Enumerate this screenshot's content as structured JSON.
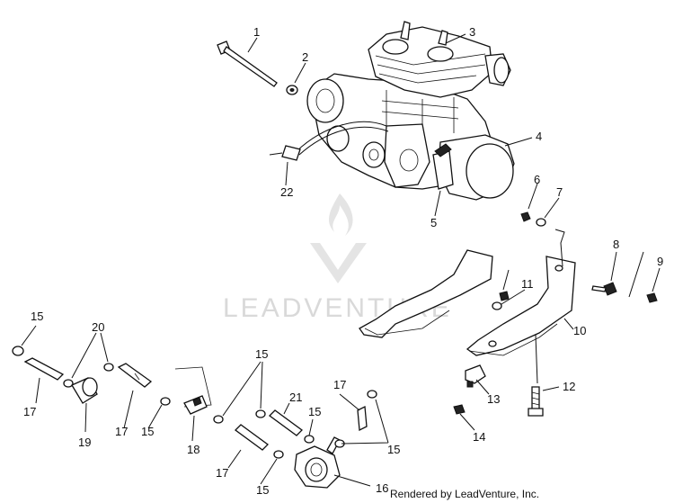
{
  "watermark": {
    "text": "LEADVENTURE"
  },
  "credit": "Rendered by LeadVenture, Inc.",
  "callouts": [
    "1",
    "2",
    "3",
    "4",
    "5",
    "6",
    "7",
    "8",
    "9",
    "10",
    "11",
    "12",
    "13",
    "14",
    "15",
    "16",
    "17",
    "18",
    "19",
    "20",
    "21",
    "22"
  ]
}
